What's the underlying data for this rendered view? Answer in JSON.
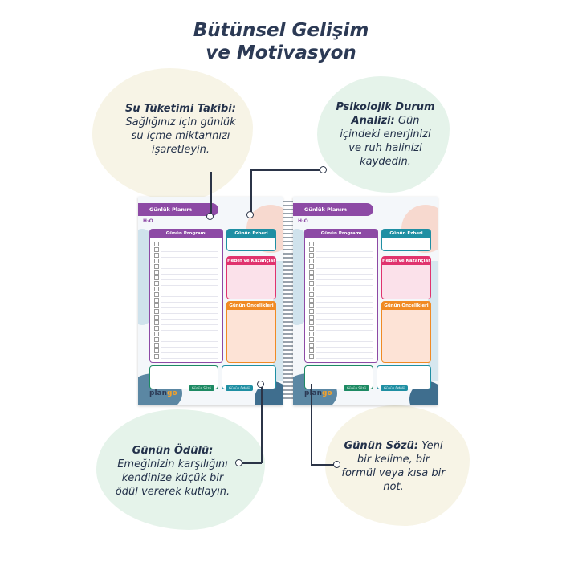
{
  "title_line1": "Bütünsel Gelişim",
  "title_line2": "ve Motivasyon",
  "callouts": {
    "water": {
      "bold": "Su Tüketimi Takibi:",
      "text": " Sağlığınız için günlük su içme miktarınızı işaretleyin."
    },
    "mood": {
      "bold": "Psikolojik Durum Analizi:",
      "text": " Gün içindeki enerjinizi ve ruh halinizi kaydedin."
    },
    "reward": {
      "bold": "Günün Ödülü:",
      "text": " Emeğinizin karşılığını kendinize küçük bir ödül vererek kutlayın."
    },
    "quote": {
      "bold": "Günün Sözü:",
      "text": " Yeni bir kelime, bir formül veya kısa bir not."
    }
  },
  "planner": {
    "header": "Günlük Planım",
    "h2o": "H₂O",
    "program": "Günün Programı",
    "memorize": "Günün Ezberi",
    "goals": "Hedef ve Kazançlar",
    "priorities": "Günün Öncelikleri",
    "quote_tag": "Günün Sözü",
    "reward_tag": "Günün Ödülü",
    "logo_a": "plan",
    "logo_b": "go"
  },
  "colors": {
    "purple": "#8d4aa5",
    "teal": "#1f8fa3",
    "pink": "#e0336e",
    "orange": "#f08a24",
    "green": "#1d8a63"
  }
}
